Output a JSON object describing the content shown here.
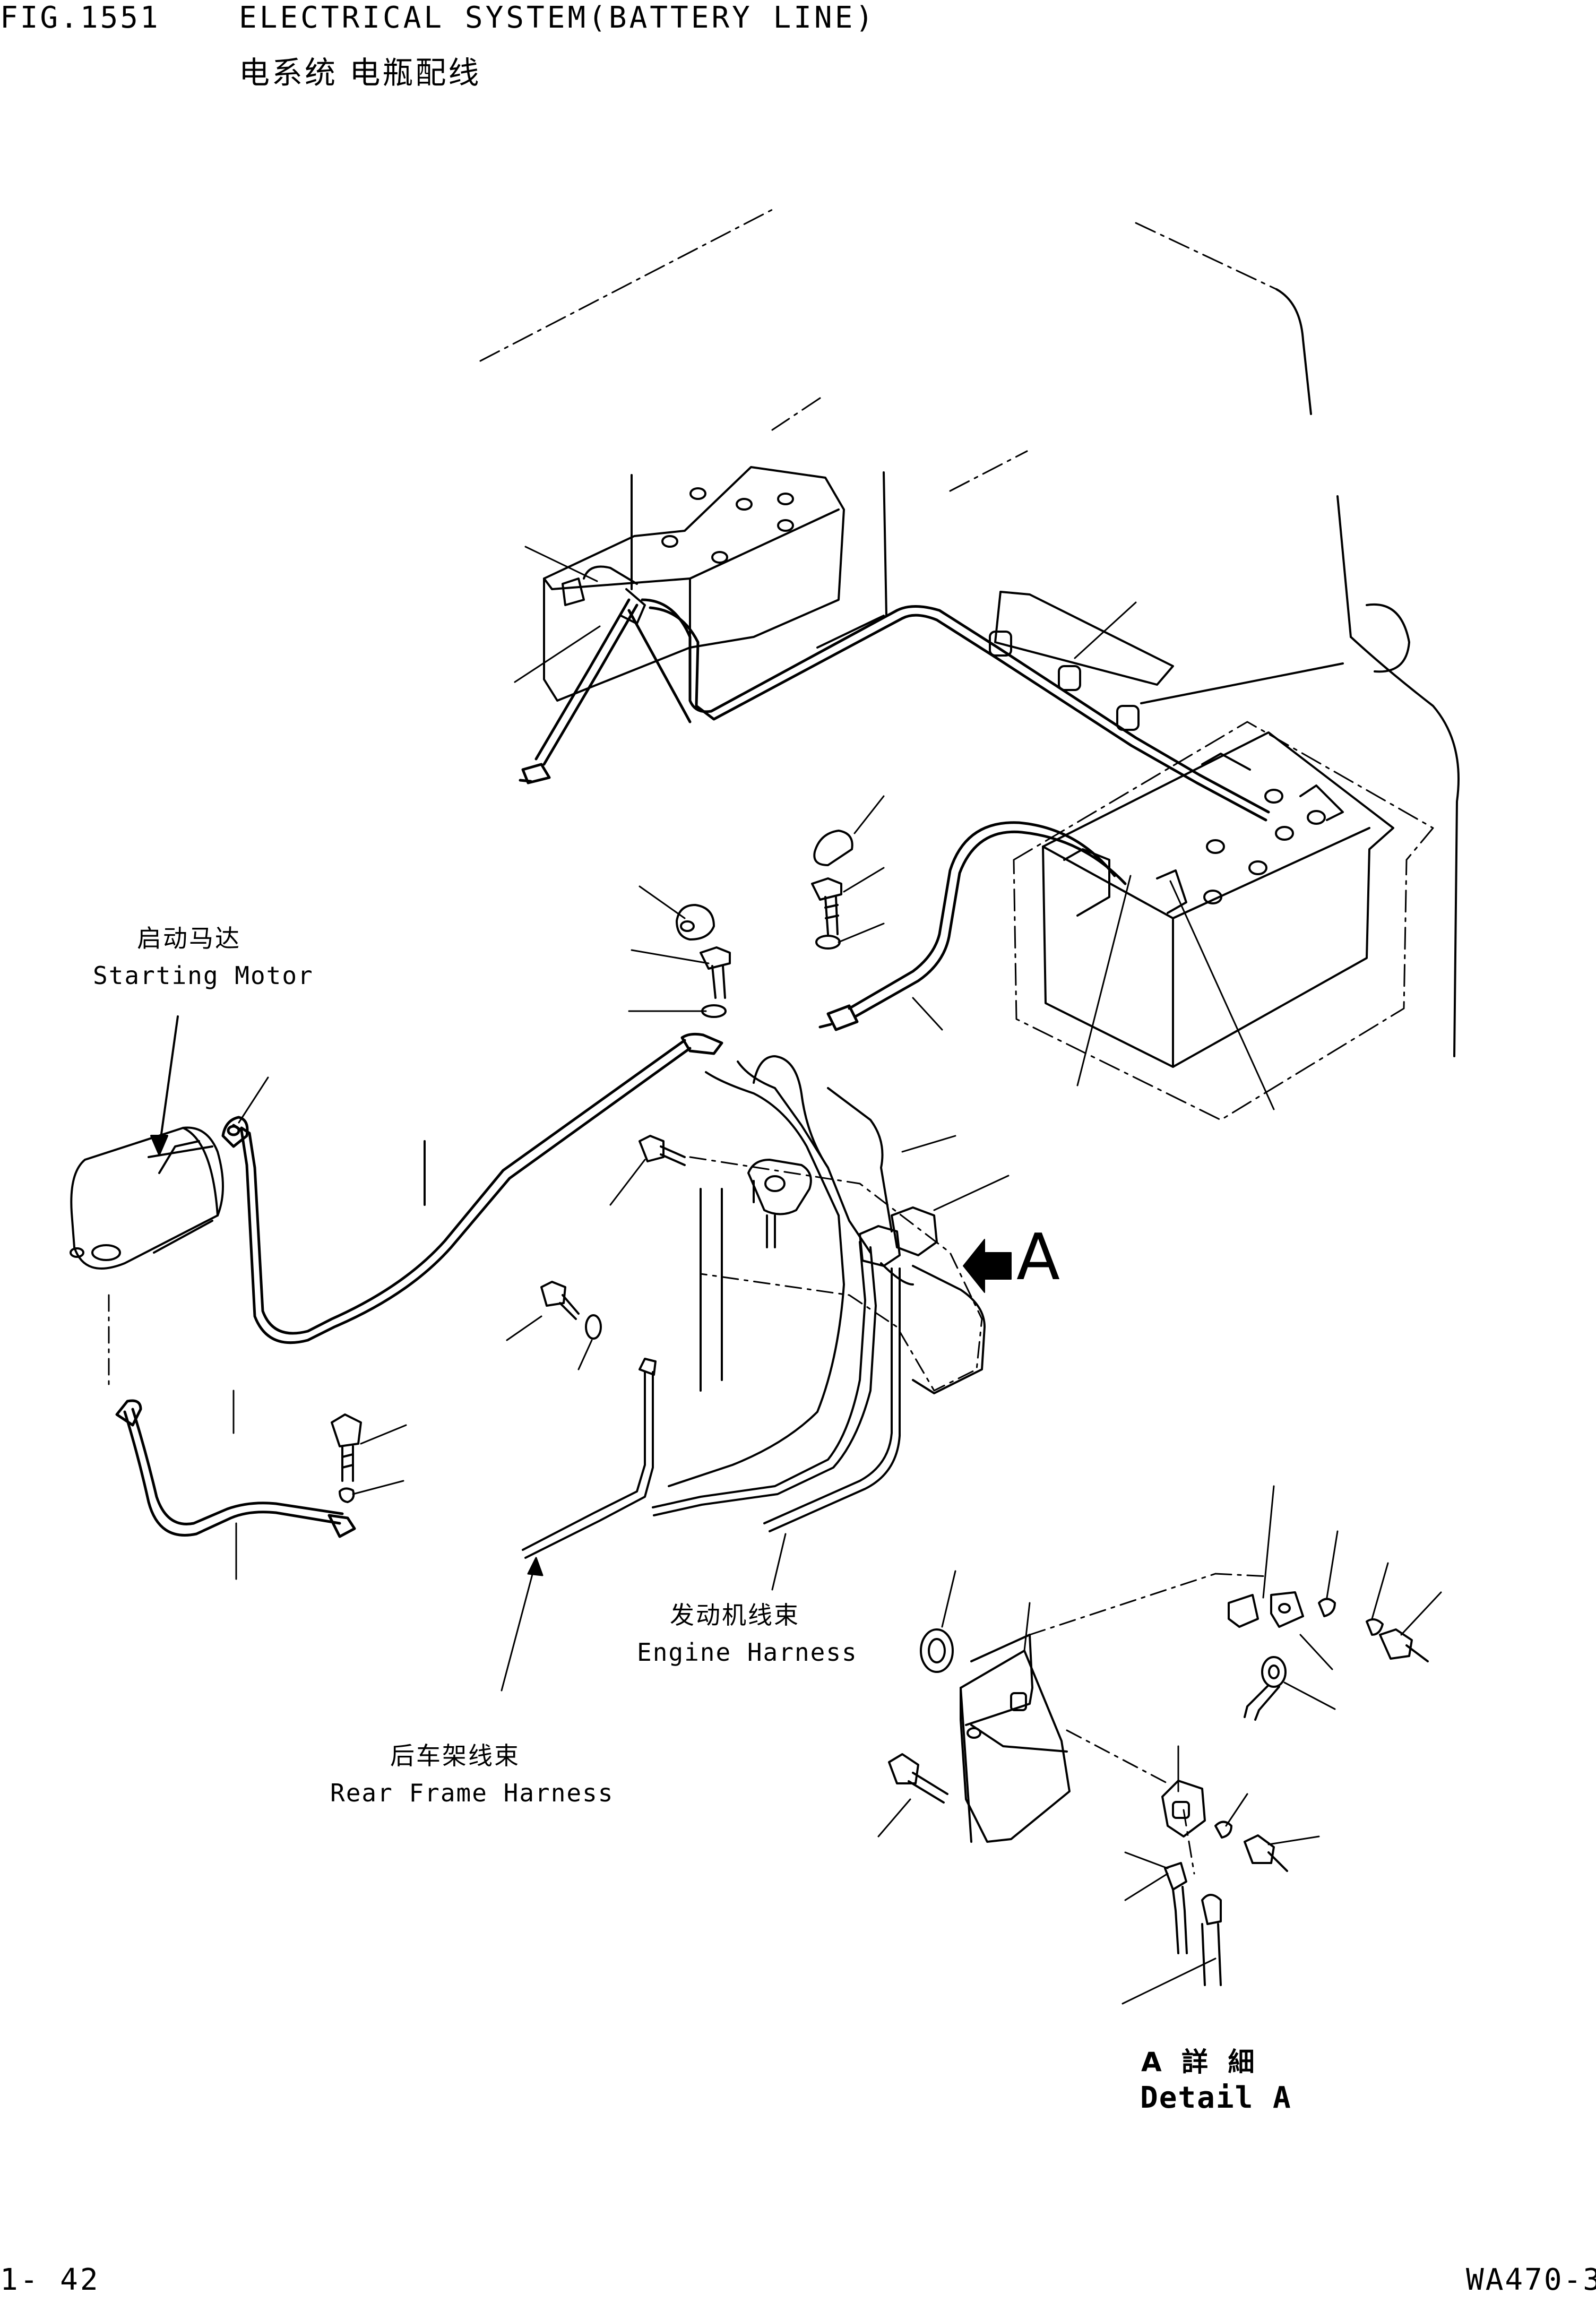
{
  "header": {
    "figure_number": "FIG.1551",
    "title_en": "ELECTRICAL SYSTEM(BATTERY LINE)",
    "title_cn": "电系统 电瓶配线"
  },
  "labels": {
    "starting_motor_cn": "启动马达",
    "starting_motor_en": "Starting Motor",
    "engine_harness_cn": "发动机线束",
    "engine_harness_en": "Engine Harness",
    "rear_frame_harness_cn": "后车架线束",
    "rear_frame_harness_en": "Rear Frame Harness",
    "detail_a_cn": "A 詳 細",
    "detail_a_en": "Detail A",
    "view_arrow_letter": "A"
  },
  "footer": {
    "page_number": "1- 42",
    "model": "WA470-3"
  }
}
